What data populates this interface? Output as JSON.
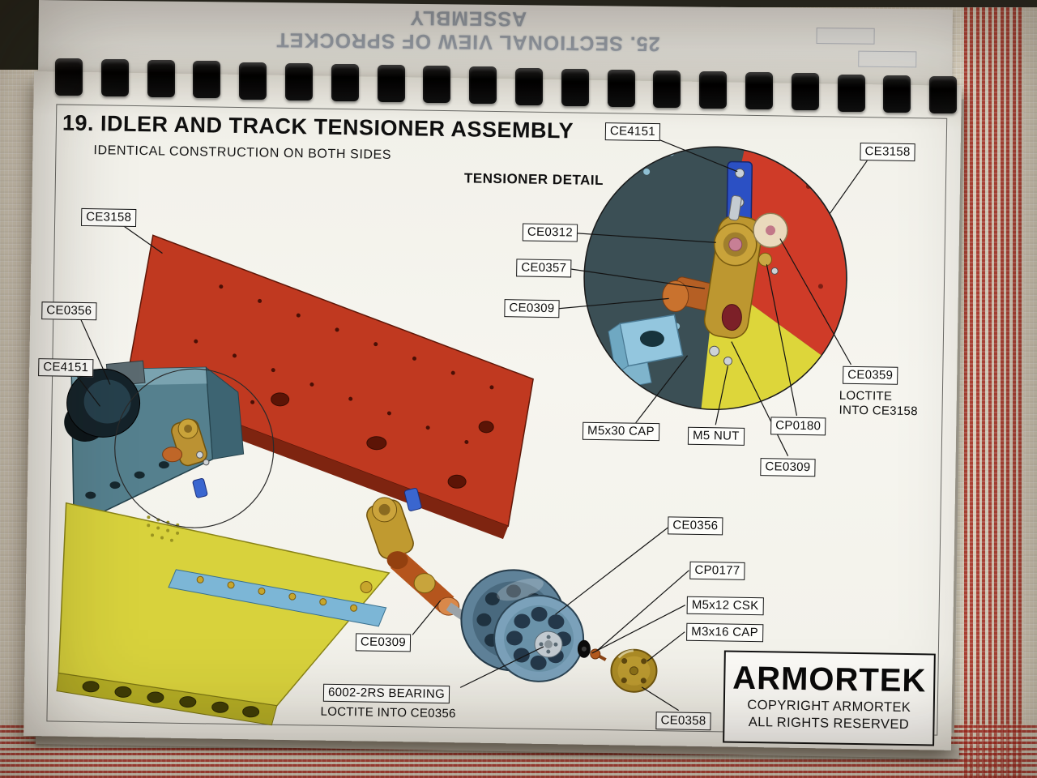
{
  "flipped_page": {
    "text": "25. SECTIONAL VIEW OF SPROCKET ASSEMBLY"
  },
  "header": {
    "title": "19. IDLER AND TRACK TENSIONER ASSEMBLY",
    "subtitle": "IDENTICAL CONSTRUCTION ON BOTH SIDES",
    "detail_title": "TENSIONER DETAIL"
  },
  "labels": {
    "ce4151_detail": "CE4151",
    "ce3158_detail": "CE3158",
    "ce0312": "CE0312",
    "ce0357": "CE0357",
    "ce0309_detail": "CE0309",
    "ce3158_main": "CE3158",
    "ce0356_main": "CE0356",
    "ce4151_main": "CE4151",
    "ce0359": "CE0359",
    "loctite_ce3158_line1": "LOCTITE",
    "loctite_ce3158_line2": "INTO CE3158",
    "m5x30_cap": "M5x30 CAP",
    "m5_nut": "M5 NUT",
    "cp0180": "CP0180",
    "ce0309_right": "CE0309",
    "ce0356_mid": "CE0356",
    "cp0177": "CP0177",
    "m5x12_csk": "M5x12 CSK",
    "m3x16_cap": "M3x16 CAP",
    "ce0309_bottom": "CE0309",
    "bearing_line1": "6002-2RS BEARING",
    "bearing_line2": "LOCTITE INTO CE0356",
    "ce0358": "CE0358"
  },
  "logo": {
    "brand": "ARMORTEK",
    "copyright_line1": "COPYRIGHT ARMORTEK",
    "copyright_line2": "ALL RIGHTS RESERVED"
  },
  "binding": {
    "count": 20
  },
  "colors": {
    "panel_red": "#c03920",
    "base_yellow": "#d8d23c",
    "steel_blue": "#6f93ad",
    "brass": "#bb9428",
    "detail_background": "#3b4f55"
  }
}
